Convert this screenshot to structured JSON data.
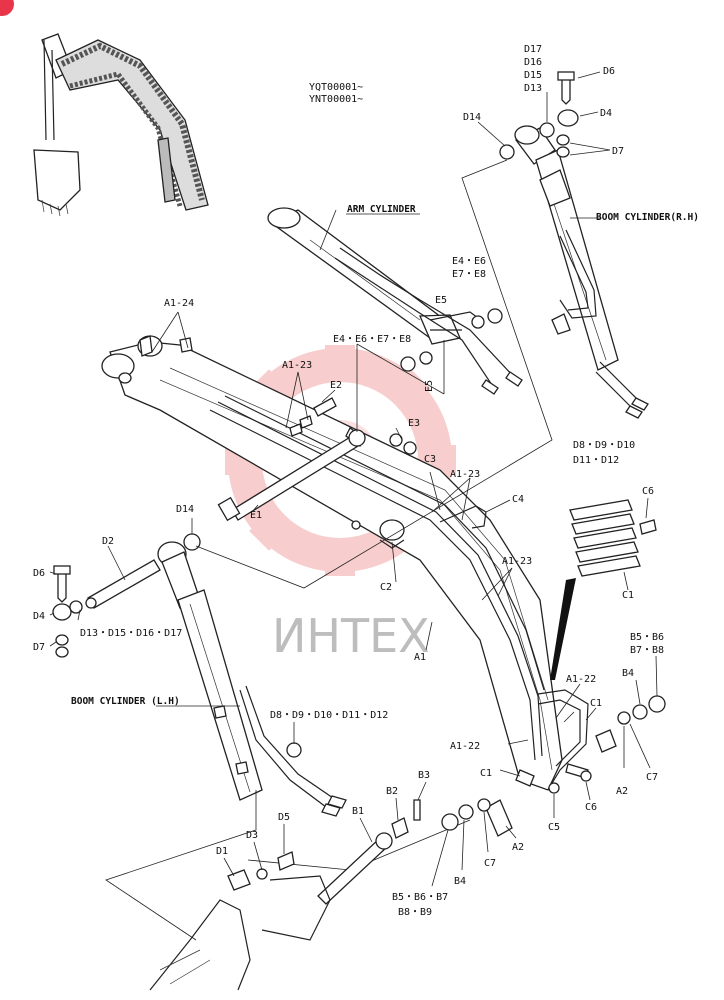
{
  "serials": [
    "YQT00001~",
    "YNT00001~"
  ],
  "watermark": "ИНТЕХ",
  "titles": {
    "arm_cylinder": "ARM CYLINDER",
    "boom_cylinder_rh": "BOOM CYLINDER(R.H)",
    "boom_cylinder_lh": "BOOM CYLINDER (L.H)"
  },
  "labels": {
    "d17": "D17",
    "d16": "D16",
    "d15": "D15",
    "d13": "D13",
    "d6_r": "D6",
    "d4_r": "D4",
    "d7_r": "D7",
    "d14_r": "D14",
    "e4e6": "E4・E6",
    "e7e8": "E7・E8",
    "e5_top": "E5",
    "e_group": "E4・E6・E7・E8",
    "e5_low": "E5",
    "a1_24": "A1-24",
    "a1_23_a": "A1-23",
    "e2": "E2",
    "e3": "E3",
    "c3": "C3",
    "a1_23_b": "A1-23",
    "c4": "C4",
    "d8_d10": "D8・D9・D10",
    "d11_d12": "D11・D12",
    "c6_r": "C6",
    "c1_r": "C1",
    "d14_l": "D14",
    "e1": "E1",
    "d2": "D2",
    "d6_l": "D6",
    "d4_l": "D4",
    "d7_l": "D7",
    "d13_group": "D13・D15・D16・D17",
    "c2": "C2",
    "a1_23_c": "A1-23",
    "a1": "A1",
    "b5b6": "B5・B6",
    "b7b8": "B7・B8",
    "b4_r": "B4",
    "a1_22_r": "A1-22",
    "c1_mid": "C1",
    "c7_r": "C7",
    "a2_r": "A2",
    "a1_22_l": "A1-22",
    "c1_low": "C1",
    "c6_low": "C6",
    "c5": "C5",
    "d8_group": "D8・D9・D10・D11・D12",
    "b3": "B3",
    "b2": "B2",
    "b1": "B1",
    "d5": "D5",
    "d3": "D3",
    "d1": "D1",
    "b4_l": "B4",
    "c7_l": "C7",
    "a2_l": "A2",
    "b5_group": "B5・B6・B7",
    "b8b9": "B8・B9"
  },
  "badge_color": "#e8354a",
  "watermark_color": "#e8354a"
}
